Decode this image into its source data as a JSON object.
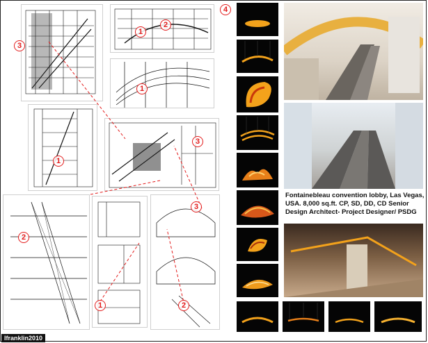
{
  "markers": {
    "m1a": "1",
    "m2a": "2",
    "m3a": "3",
    "m4": "4",
    "m1b": "1",
    "m3b": "3",
    "m1c": "1",
    "m3c": "3",
    "m2b": "2",
    "m1d": "1",
    "m2c": "2"
  },
  "caption": "Fontainebleau convention lobby, Las Vegas, USA. 8,000 sq.ft. CP, SD, DD, CD Senior Design Architect- Project Designer/ PSDG",
  "credit": "lfranklin2010",
  "colors": {
    "marker": "#e31b1b",
    "glow": "#f3a21b",
    "thumb_bg": "#050505"
  }
}
